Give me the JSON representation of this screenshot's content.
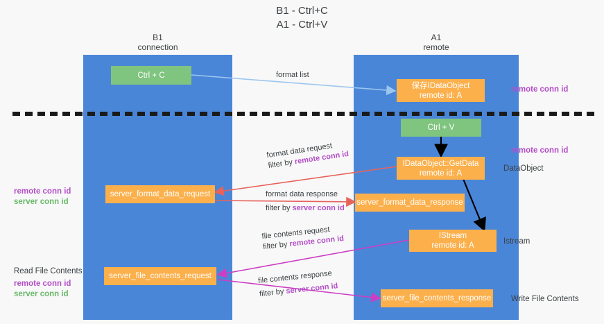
{
  "title": {
    "line1": "B1 - Ctrl+C",
    "line2": "A1 - Ctrl+V"
  },
  "lanes": [
    {
      "name": "B1",
      "role": "connection"
    },
    {
      "name": "A1",
      "role": "remote"
    }
  ],
  "nodes": {
    "ctrl_c": {
      "label": "Ctrl + C"
    },
    "save_idataobject": {
      "line1": "保存IDataObject",
      "line2": "remote id: A"
    },
    "ctrl_v": {
      "label": "Ctrl + V"
    },
    "getdata": {
      "line1": "IDataObject::GetData",
      "line2": "remote id: A"
    },
    "server_format_data_request": {
      "label": "server_format_data_request"
    },
    "server_format_data_response": {
      "label": "server_format_data_response"
    },
    "istream": {
      "line1": "IStream",
      "line2": "remote id: A"
    },
    "server_file_contents_request": {
      "label": "server_file_contents_request"
    },
    "server_file_contents_response": {
      "label": "server_file_contents_response"
    }
  },
  "edges": {
    "format_list": {
      "label": "format list"
    },
    "format_data_request": {
      "l1": "format data request",
      "l2_prefix": "filter by ",
      "l2_key": "remote conn id"
    },
    "format_data_response": {
      "l1": "format data response",
      "l2_prefix": "filter by ",
      "l2_key": "server conn id"
    },
    "file_contents_request": {
      "l1": "file contents request",
      "l2_prefix": "filter by ",
      "l2_key": "remote conn id"
    },
    "file_contents_response": {
      "l1": "file contents response",
      "l2_prefix": "filter by ",
      "l2_key": "server conn id"
    }
  },
  "annotations": {
    "right_remote_conn_id_top": "remote conn id",
    "right_remote_conn_id_mid": "remote conn id",
    "right_dataobject": "DataObject",
    "right_istream": "Istream",
    "right_write_file_contents": "Write File Contents",
    "left_read_file_contents": "Read File Contents",
    "left_remote_conn_id_mid": "remote conn id",
    "left_server_conn_id_mid": "server conn id",
    "left_remote_conn_id_bottom": "remote conn id",
    "left_server_conn_id_bottom": "server conn id"
  },
  "colors": {
    "background": "#f8f8f8",
    "lane": "#4a86d8",
    "node_green": "#7fc47f",
    "node_orange": "#fbb04c",
    "purple": "#b44fc8",
    "green_text": "#6aba6a",
    "arrow_light_blue": "#9dc6ef",
    "arrow_red": "#e8625c",
    "arrow_magenta": "#cc3ec4",
    "arrow_black": "#000000",
    "divider": "#1a1a1a",
    "text": "#3c4043"
  }
}
